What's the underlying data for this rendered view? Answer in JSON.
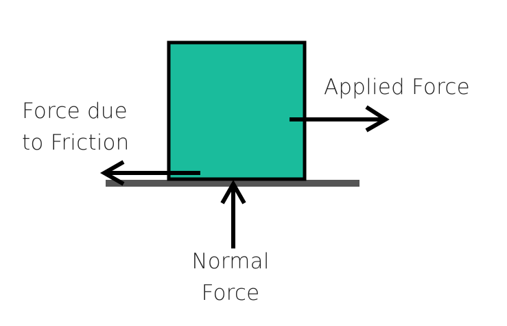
{
  "diagram": {
    "labels": {
      "applied_force": "Applied Force",
      "friction_line1": "Force due",
      "friction_line2": "to Friction",
      "normal_line1": "Normal",
      "normal_line2": "Force"
    },
    "colors": {
      "block_fill": "#1abc9c",
      "block_stroke": "#000000",
      "surface": "#555555",
      "arrow": "#000000",
      "text": "#222222"
    }
  }
}
